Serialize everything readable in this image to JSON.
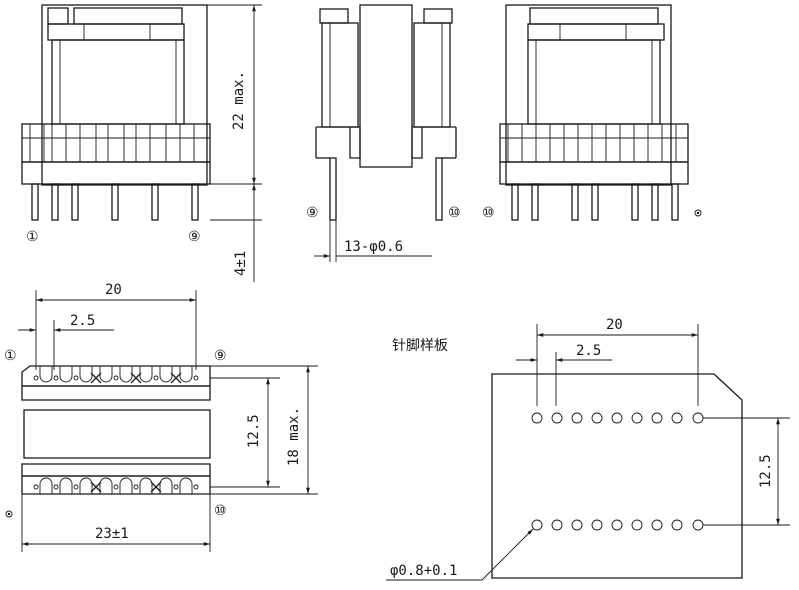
{
  "pins": {
    "p1": "①",
    "p9": "⑨",
    "p10": "⑩"
  },
  "dims": {
    "height_max": "22 max.",
    "pin_length": "4±1",
    "pin_dia": "13-φ0.6",
    "pitch_total": "20",
    "pitch": "2.5",
    "row_spacing": "12.5",
    "depth_max": "18 max.",
    "width": "23±1"
  },
  "template": {
    "title": "针脚样板",
    "pitch_total": "20",
    "pitch": "2.5",
    "row_spacing": "12.5",
    "hole_dia": "φ0.8+0.1"
  }
}
